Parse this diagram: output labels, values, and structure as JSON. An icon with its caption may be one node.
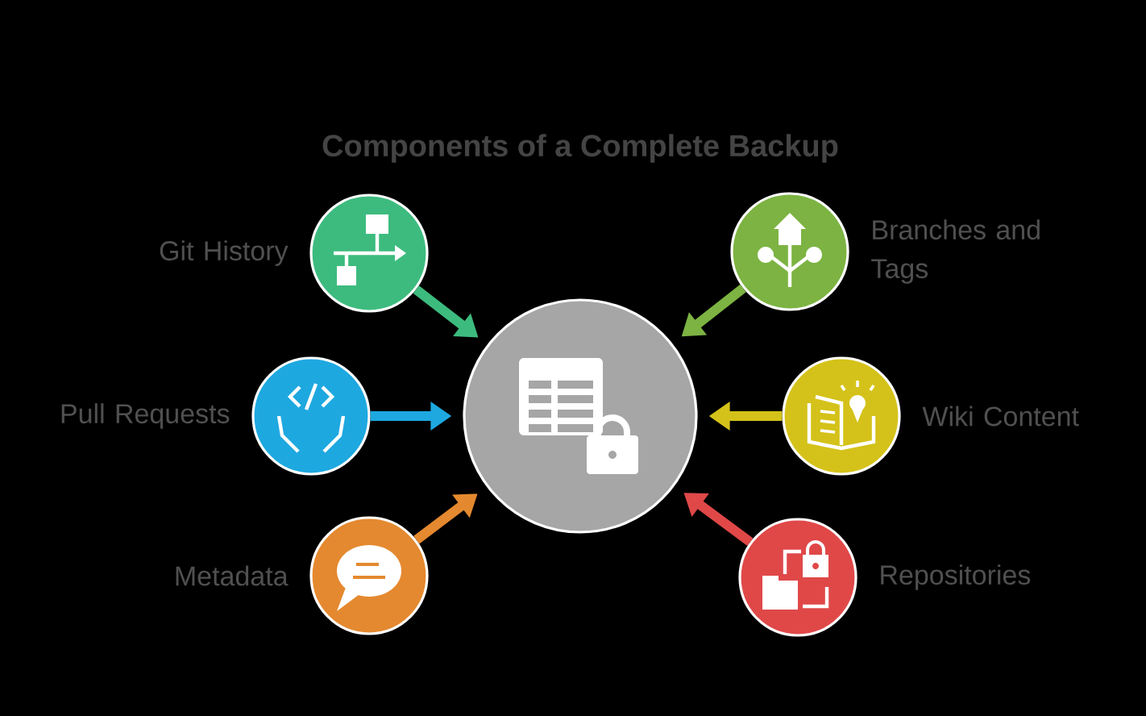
{
  "diagram": {
    "title": "Components of a Complete Backup",
    "nodes": [
      {
        "text": [],
        "shape": "circle",
        "beside": [
          "Git History"
        ]
      },
      {
        "text": [],
        "shape": "circle",
        "beside": [
          "Branches and Tags"
        ]
      },
      {
        "text": [],
        "shape": "circle",
        "beside": [
          "Pull Requests"
        ]
      },
      {
        "text": [],
        "shape": "circle"
      },
      {
        "text": [],
        "shape": "circle",
        "beside": [
          "Wiki Content"
        ]
      },
      {
        "text": [],
        "shape": "circle",
        "beside": [
          "Metadata"
        ]
      },
      {
        "text": [],
        "shape": "circle",
        "beside": [
          "Repositories"
        ]
      }
    ],
    "edges": [
      {
        "from": 0,
        "to": 3,
        "arrow": "to",
        "color": "#3dbb7e"
      },
      {
        "from": 1,
        "to": 3,
        "arrow": "to",
        "color": "#7cb342"
      },
      {
        "from": 2,
        "to": 3,
        "arrow": "to",
        "color": "#1ea8e0"
      },
      {
        "from": 4,
        "to": 3,
        "arrow": "to",
        "color": "#d4c21a"
      },
      {
        "from": 5,
        "to": 3,
        "arrow": "to",
        "color": "#e4892f"
      },
      {
        "from": 6,
        "to": 3,
        "arrow": "to",
        "color": "#e04848"
      }
    ]
  }
}
